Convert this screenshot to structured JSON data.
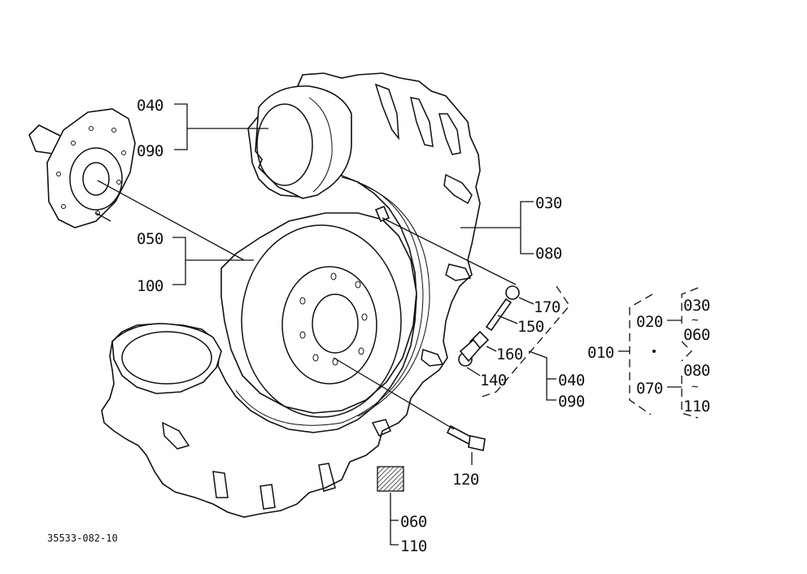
{
  "diagram": {
    "document_number": "35533-082-10",
    "callouts": {
      "c_040_top": "040",
      "c_090_top": "090",
      "c_050": "050",
      "c_100": "100",
      "c_030_right": "030",
      "c_080_right": "080",
      "c_170": "170",
      "c_150": "150",
      "c_160": "160",
      "c_140": "140",
      "c_040_mid": "040",
      "c_090_mid": "090",
      "c_120": "120",
      "c_060_bottom": "060",
      "c_110_bottom": "110",
      "c_010": "010",
      "c_020": "020",
      "c_070": "070",
      "c_030_group": "030",
      "c_060_group": "060",
      "c_080_group": "080",
      "c_110_group": "110",
      "tilde_a": "~",
      "tilde_b": "~"
    }
  }
}
